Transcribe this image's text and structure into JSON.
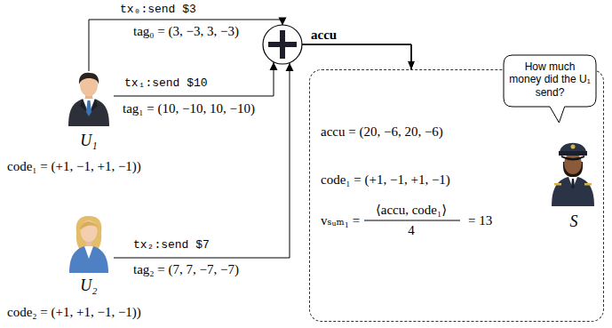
{
  "diagram": {
    "nodes": [
      {
        "text": [
          "U₁",
          "code₁ = (+1, −1, +1, −1))"
        ]
      },
      {
        "text": [
          "U₂",
          "code₂ = (+1, +1, −1, −1))"
        ]
      },
      {
        "text": [
          "accu = (20, −6, 20, −6)",
          "code₁ = (+1, −1, +1, −1)",
          "vₛᵤₘ₁ =",
          "⟨accu, code₁⟩",
          "4",
          "= 13",
          "S"
        ]
      },
      {
        "text": [
          "How much money did the U₁ send?"
        ]
      }
    ],
    "edges": [
      {
        "from": 0,
        "to": 2,
        "arrow": "to",
        "label": "tx₀:send $3"
      },
      {
        "from": 0,
        "to": 2,
        "arrow": "to",
        "label": "tx₁:send $10"
      },
      {
        "from": 1,
        "to": 2,
        "arrow": "to",
        "label": "tx₂:send $7"
      }
    ],
    "labels": [
      "tag₀ = (3, −3, 3, −3)",
      "accu",
      "tag₁ = (10, −10, 10, −10)",
      "tag₂ = (7, 7, −7, −7)"
    ]
  }
}
